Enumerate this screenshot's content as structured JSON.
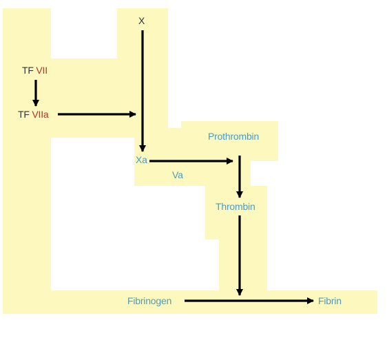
{
  "colors": {
    "highlight": "#fdf8be",
    "arrow": "#000000",
    "text_dark": "#333333",
    "factor_red": "#b5332a",
    "product_blue": "#4a9cc4"
  },
  "labels": {
    "x": "X",
    "tf_vii_prefix": "TF ",
    "tf_vii_factor": "VII",
    "tf_viia_prefix": "TF ",
    "tf_viia_factor": "VIIa",
    "xa": "Xa",
    "va": "Va",
    "prothrombin": "Prothrombin",
    "thrombin": "Thrombin",
    "fibrinogen": "Fibrinogen",
    "fibrin": "Fibrin"
  }
}
